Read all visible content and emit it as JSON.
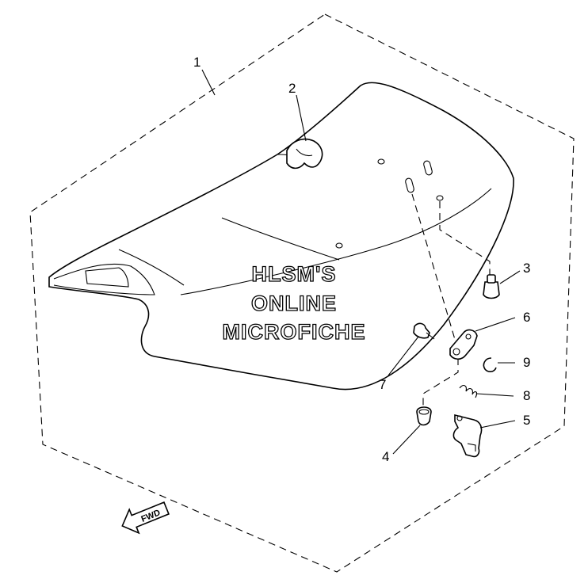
{
  "diagram": {
    "callouts": [
      {
        "id": "1",
        "label": "1"
      },
      {
        "id": "2",
        "label": "2"
      },
      {
        "id": "3",
        "label": "3"
      },
      {
        "id": "4",
        "label": "4"
      },
      {
        "id": "5",
        "label": "5"
      },
      {
        "id": "6",
        "label": "6"
      },
      {
        "id": "7",
        "label": "7"
      },
      {
        "id": "8",
        "label": "8"
      },
      {
        "id": "9",
        "label": "9"
      }
    ],
    "watermark": {
      "line1": "HLSM'S",
      "line2": "ONLINE",
      "line3": "MICROFICHE"
    },
    "direction_arrow": {
      "label": "FWD"
    }
  }
}
